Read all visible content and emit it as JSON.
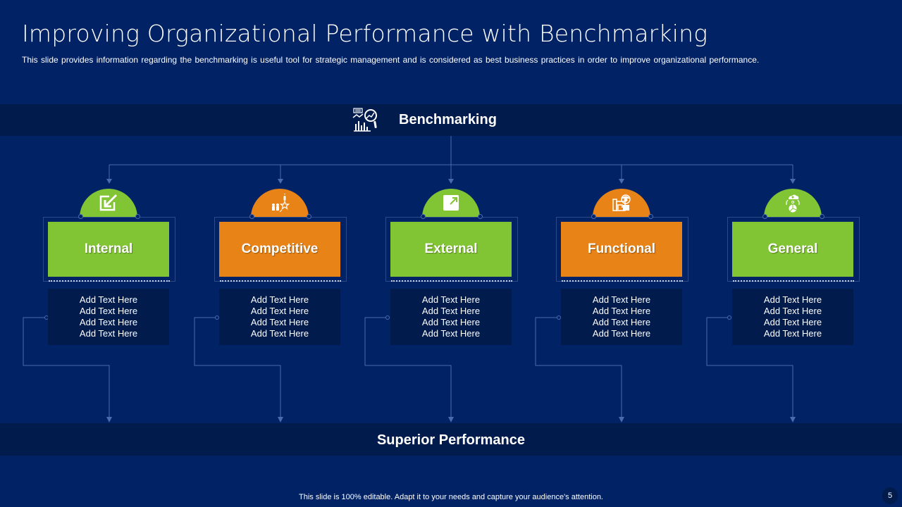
{
  "header": {
    "title": "Improving Organizational Performance with Benchmarking",
    "subtitle": "This slide provides  information  regarding  the  benchmarking  is useful tool for strategic management  and  is considered  as  best  business  practices  in  order  to  improve  organizational  performance."
  },
  "top_band": {
    "label": "Benchmarking",
    "icon": "benchmark-analytics-icon"
  },
  "bottom_band": {
    "label": "Superior Performance"
  },
  "colors": {
    "background": "#012265",
    "band": "#011b4d",
    "green": "#82c534",
    "orange": "#e88317",
    "connector": "#4a6bb0"
  },
  "columns": [
    {
      "label": "Internal",
      "color": "green",
      "icon": "edit-arrow-icon",
      "lines": [
        "Add Text Here",
        "Add Text Here",
        "Add Text Here",
        "Add Text Here"
      ]
    },
    {
      "label": "Competitive",
      "color": "orange",
      "icon": "competition-star-icon",
      "lines": [
        "Add Text Here",
        "Add Text Here",
        "Add Text Here",
        "Add Text Here"
      ]
    },
    {
      "label": "External",
      "color": "green",
      "icon": "external-link-icon",
      "lines": [
        "Add Text Here",
        "Add Text Here",
        "Add Text Here",
        "Add Text Here"
      ]
    },
    {
      "label": "Functional",
      "color": "orange",
      "icon": "engineer-blueprint-icon",
      "lines": [
        "Add Text Here",
        "Add Text Here",
        "Add Text Here",
        "Add Text Here"
      ]
    },
    {
      "label": "General",
      "color": "green",
      "icon": "cloud-data-chart-icon",
      "lines": [
        "Add Text Here",
        "Add Text Here",
        "Add Text Here",
        "Add Text Here"
      ]
    }
  ],
  "footer": {
    "text": "This slide is 100% editable. Adapt it to your needs and capture your audience's attention.",
    "page_number": "5"
  }
}
